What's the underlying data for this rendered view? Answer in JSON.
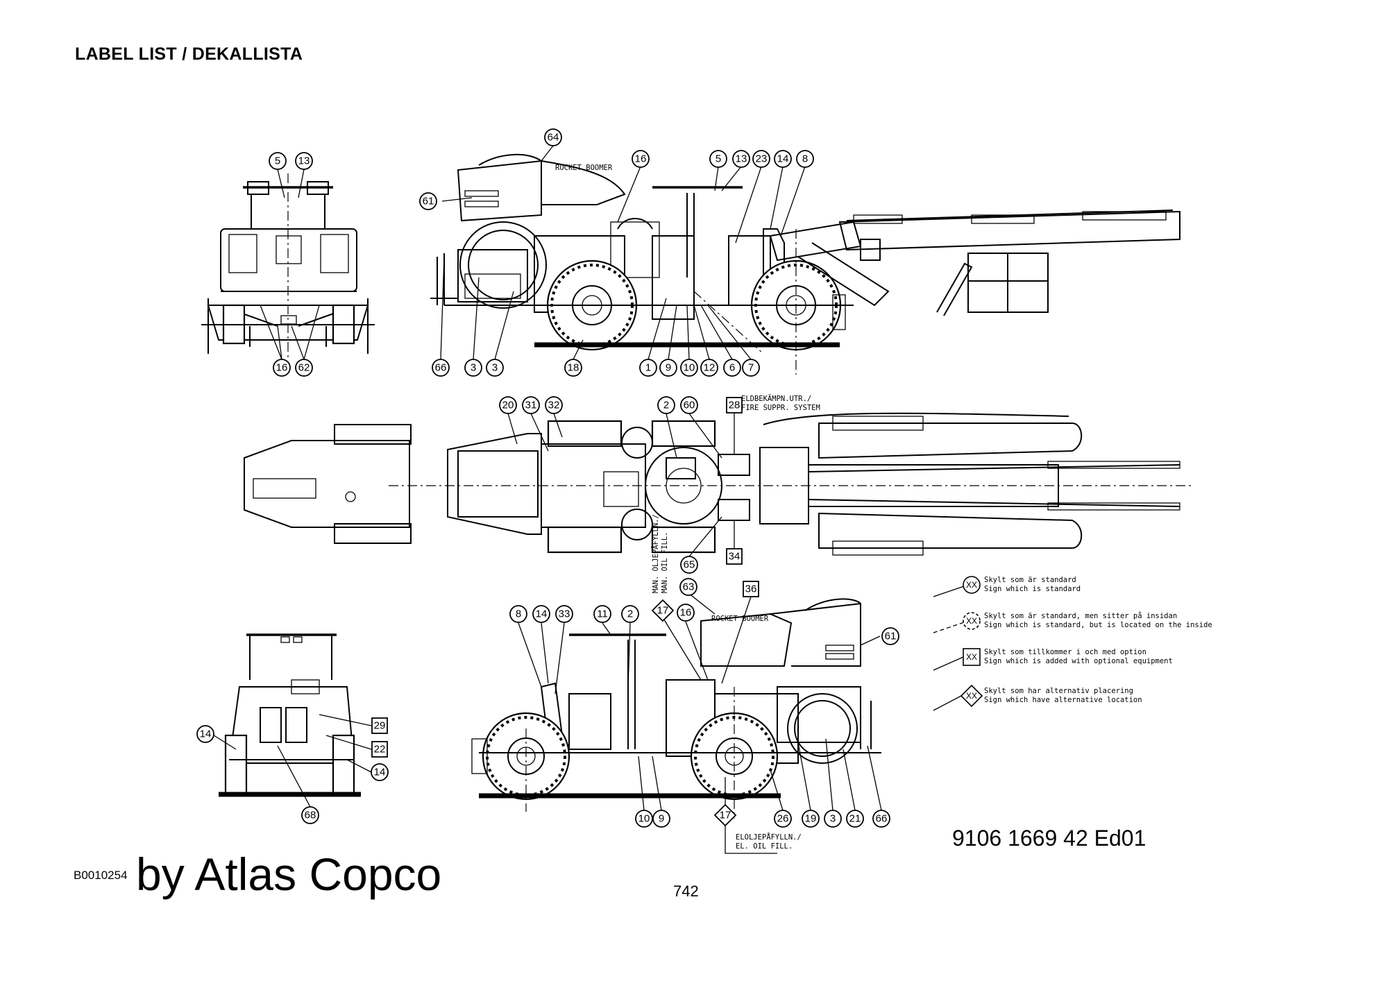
{
  "header": {
    "title": "LABEL LIST / DEKALLISTA"
  },
  "footer": {
    "doc_number": "9106 1669 42  Ed01",
    "image_id": "B0010254",
    "brand": "by Atlas Copco",
    "page_number": "742"
  },
  "notes": {
    "fire_suppression": [
      "ELDBEKÄMPN.UTR./",
      "FIRE SUPPR. SYSTEM"
    ],
    "oil_fill_manual": [
      "MAN. OLJEPÅFYLLN./",
      "MAN. OIL FILL."
    ],
    "oil_fill_electric": [
      "ELOLJEPÅFYLLN./",
      "EL. OIL FILL."
    ],
    "rocket_boomer": "ROCKET BOOMER"
  },
  "legend": [
    {
      "symbol": "circle",
      "code": "XX",
      "line1": "Skylt som är standard",
      "line2": "Sign which is standard"
    },
    {
      "symbol": "circle-dashed",
      "code": "XX",
      "line1": "Skylt som är standard, men sitter på insidan",
      "line2": "Sign which is standard, but is located on the inside"
    },
    {
      "symbol": "square",
      "code": "XX",
      "line1": "Skylt som tillkommer i och med option",
      "line2": "Sign which is added with optional equipment"
    },
    {
      "symbol": "diamond",
      "code": "XX",
      "line1": "Skylt som har alternativ placering",
      "line2": "Sign which have alternative location"
    }
  ],
  "callouts": {
    "front_view": [
      "5",
      "13",
      "16",
      "62"
    ],
    "side_top": [
      "64",
      "61",
      "16",
      "5",
      "13",
      "23",
      "14",
      "8",
      "66",
      "3",
      "3",
      "18",
      "1",
      "9",
      "10",
      "12",
      "6",
      "7"
    ],
    "plan": [
      "20",
      "31",
      "32",
      "2",
      "60",
      "28",
      "65",
      "34"
    ],
    "side_bottom": [
      "63",
      "36",
      "17",
      "16",
      "61",
      "8",
      "14",
      "33",
      "11",
      "2",
      "10",
      "9",
      "17",
      "26",
      "19",
      "3",
      "21",
      "66"
    ],
    "rear_view": [
      "29",
      "22",
      "14",
      "14",
      "68"
    ]
  }
}
